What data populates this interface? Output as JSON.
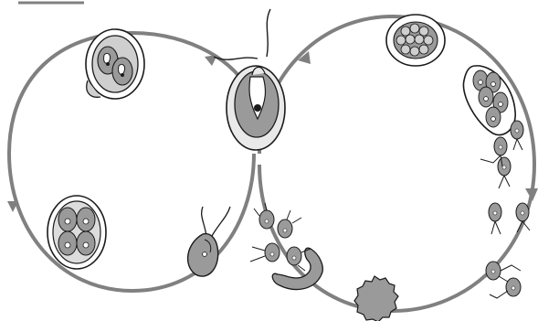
{
  "diagram": {
    "kind": "biological life cycle",
    "cycles": 2,
    "colors": {
      "cycle_line": "#808080",
      "cell_fill": "#bfbfbf",
      "cell_fill_dark": "#9a9a9a",
      "outline": "#1a1a1a",
      "background": "#ffffff"
    },
    "icons": [
      "left-cycle-loop",
      "right-cycle-loop",
      "central-biflagellate-cell-icon",
      "dividing-cyst-icon",
      "four-cell-cyst-icon",
      "swimming-zoospore-icon",
      "palmelloid-colony-icon",
      "spore-cluster-icon",
      "released-flagellate-cells-icon",
      "gamete-fusion-icon",
      "zygote-icon",
      "amoeboid-cell-icon",
      "arrowhead-icon"
    ]
  }
}
